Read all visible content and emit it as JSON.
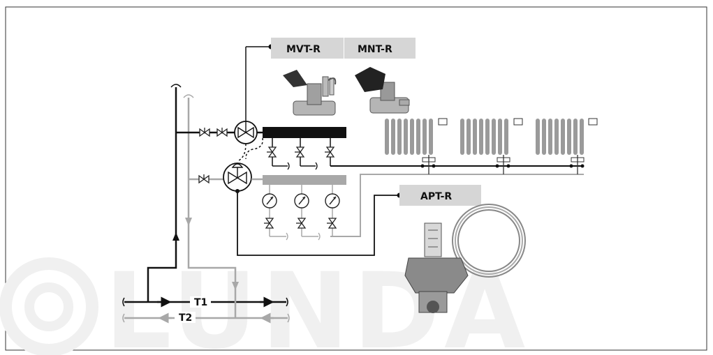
{
  "labels": {
    "mvt": "MVT-R",
    "mnt": "MNT-R",
    "apt": "APT-R",
    "t1": "T1",
    "t2": "T2"
  },
  "watermark": {
    "text": "LUNDA"
  },
  "colors": {
    "supply_line": "#111111",
    "return_line": "#a8a8a8",
    "label_box": "#d6d6d6",
    "watermark": "#eeeeee"
  }
}
